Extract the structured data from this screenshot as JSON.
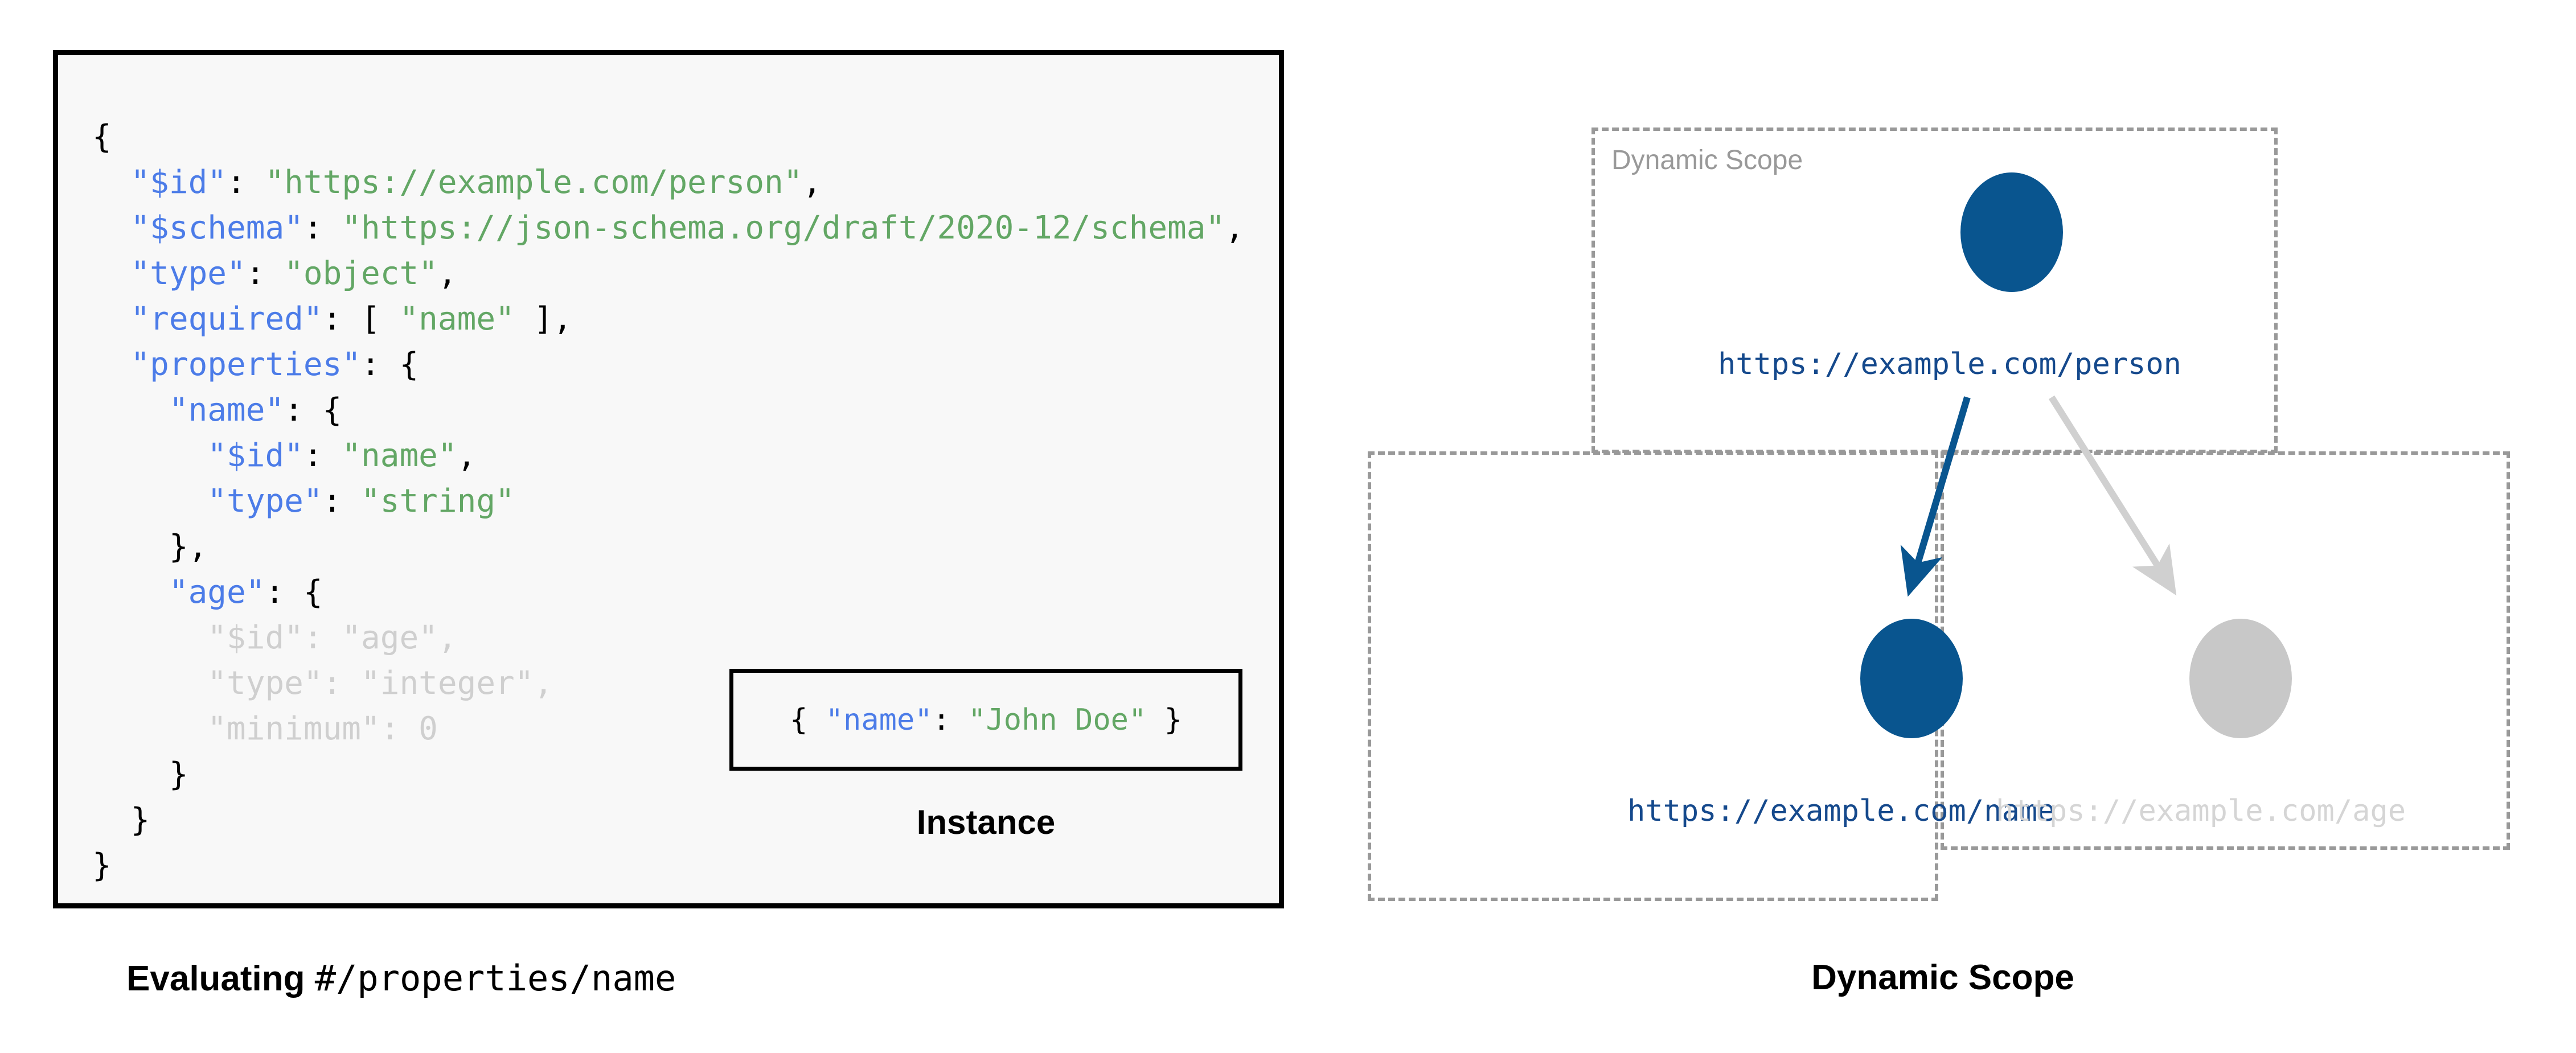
{
  "colors": {
    "json_key": "#4c7ce8",
    "json_string": "#63a765",
    "dimmed": "#cfcfcf",
    "node_blue": "#09558f",
    "node_grey": "#c8c8c8",
    "label_blue": "#15498c",
    "label_grey": "#d5d5d5",
    "scope_border": "#999999",
    "code_bg": "#f8f8f8",
    "box_border": "#000000"
  },
  "left_panel": {
    "schema_lines": [
      {
        "indent": 0,
        "parts": [
          {
            "t": "{",
            "c": "p"
          }
        ]
      },
      {
        "indent": 1,
        "parts": [
          {
            "t": "\"$id\"",
            "c": "k"
          },
          {
            "t": ": ",
            "c": "p"
          },
          {
            "t": "\"https://example.com/person\"",
            "c": "s"
          },
          {
            "t": ",",
            "c": "p"
          }
        ]
      },
      {
        "indent": 1,
        "parts": [
          {
            "t": "\"$schema\"",
            "c": "k"
          },
          {
            "t": ": ",
            "c": "p"
          },
          {
            "t": "\"https://json-schema.org/draft/2020-12/schema\"",
            "c": "s"
          },
          {
            "t": ",",
            "c": "p"
          }
        ]
      },
      {
        "indent": 1,
        "parts": [
          {
            "t": "\"type\"",
            "c": "k"
          },
          {
            "t": ": ",
            "c": "p"
          },
          {
            "t": "\"object\"",
            "c": "s"
          },
          {
            "t": ",",
            "c": "p"
          }
        ]
      },
      {
        "indent": 1,
        "parts": [
          {
            "t": "\"required\"",
            "c": "k"
          },
          {
            "t": ": [ ",
            "c": "p"
          },
          {
            "t": "\"name\"",
            "c": "s"
          },
          {
            "t": " ],",
            "c": "p"
          }
        ]
      },
      {
        "indent": 1,
        "parts": [
          {
            "t": "\"properties\"",
            "c": "k"
          },
          {
            "t": ": {",
            "c": "p"
          }
        ]
      },
      {
        "indent": 2,
        "parts": [
          {
            "t": "\"name\"",
            "c": "k"
          },
          {
            "t": ": {",
            "c": "p"
          }
        ]
      },
      {
        "indent": 3,
        "parts": [
          {
            "t": "\"$id\"",
            "c": "k"
          },
          {
            "t": ": ",
            "c": "p"
          },
          {
            "t": "\"name\"",
            "c": "s"
          },
          {
            "t": ",",
            "c": "p"
          }
        ]
      },
      {
        "indent": 3,
        "parts": [
          {
            "t": "\"type\"",
            "c": "k"
          },
          {
            "t": ": ",
            "c": "p"
          },
          {
            "t": "\"string\"",
            "c": "s"
          }
        ]
      },
      {
        "indent": 2,
        "parts": [
          {
            "t": "},",
            "c": "p"
          }
        ]
      },
      {
        "indent": 2,
        "parts": [
          {
            "t": "\"age\"",
            "c": "k"
          },
          {
            "t": ": {",
            "c": "p"
          }
        ]
      },
      {
        "indent": 3,
        "parts": [
          {
            "t": "\"$id\"",
            "c": "dim-k"
          },
          {
            "t": ": ",
            "c": "dim-p"
          },
          {
            "t": "\"age\"",
            "c": "dim-s"
          },
          {
            "t": ",",
            "c": "dim-p"
          }
        ]
      },
      {
        "indent": 3,
        "parts": [
          {
            "t": "\"type\"",
            "c": "dim-k"
          },
          {
            "t": ": ",
            "c": "dim-p"
          },
          {
            "t": "\"integer\"",
            "c": "dim-s"
          },
          {
            "t": ",",
            "c": "dim-p"
          }
        ]
      },
      {
        "indent": 3,
        "parts": [
          {
            "t": "\"minimum\"",
            "c": "dim-k"
          },
          {
            "t": ": 0",
            "c": "dim-p"
          }
        ]
      },
      {
        "indent": 2,
        "parts": [
          {
            "t": "}",
            "c": "p"
          }
        ]
      },
      {
        "indent": 1,
        "parts": [
          {
            "t": "}",
            "c": "p"
          }
        ]
      },
      {
        "indent": 0,
        "parts": [
          {
            "t": "}",
            "c": "p"
          }
        ]
      }
    ],
    "instance": {
      "parts": [
        {
          "t": "{ ",
          "c": "p"
        },
        {
          "t": "\"name\"",
          "c": "k"
        },
        {
          "t": ": ",
          "c": "p"
        },
        {
          "t": "\"John Doe\"",
          "c": "s"
        },
        {
          "t": " }",
          "c": "p"
        }
      ],
      "caption": "Instance"
    },
    "caption_bold": "Evaluating ",
    "caption_mono": "#/properties/name"
  },
  "right_panel": {
    "caption": "Dynamic Scope",
    "scopes": [
      {
        "id": "scope-top",
        "label": "Dynamic Scope"
      },
      {
        "id": "scope-left",
        "label": ""
      },
      {
        "id": "scope-right",
        "label": ""
      }
    ],
    "nodes": [
      {
        "id": "node-person",
        "label": "https://example.com/person",
        "state": "active",
        "color": "#09558f"
      },
      {
        "id": "node-name",
        "label": "https://example.com/name",
        "state": "active",
        "color": "#09558f"
      },
      {
        "id": "node-age",
        "label": "https://example.com/age",
        "state": "dimmed",
        "color": "#c8c8c8"
      }
    ],
    "edges": [
      {
        "from": "node-person",
        "to": "node-name",
        "state": "active",
        "color": "#09558f"
      },
      {
        "from": "node-person",
        "to": "node-age",
        "state": "dimmed",
        "color": "#d0d0d0"
      }
    ]
  }
}
